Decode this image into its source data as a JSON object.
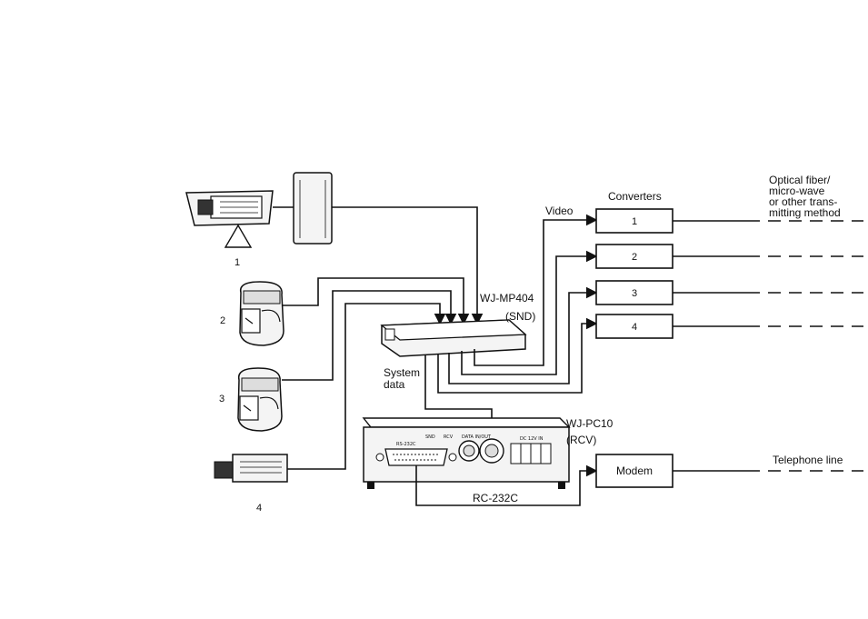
{
  "diagram": {
    "labels": {
      "optical_line1": "Optical fiber/",
      "optical_line2": "micro-wave",
      "optical_line3": "or other trans-",
      "optical_line4": "mitting method",
      "converters": "Converters",
      "video": "Video",
      "mp404_name": "WJ-MP404",
      "mp404_mode": "(SND)",
      "system_line1": "System",
      "system_line2": "data",
      "pc10_name": "WJ-PC10",
      "pc10_mode": "(RCV)",
      "telephone": "Telephone line",
      "rc232c": "RC-232C",
      "modem": "Modem"
    },
    "converters": [
      "1",
      "2",
      "3",
      "4"
    ],
    "cameras": [
      "1",
      "2",
      "3",
      "4"
    ],
    "panel": {
      "sw_label": "SND",
      "sw_label2": "RCV",
      "rs_label": "RS-232C",
      "data_label": "DATA IN/OUT",
      "dc_label": "DC 12V IN"
    }
  }
}
